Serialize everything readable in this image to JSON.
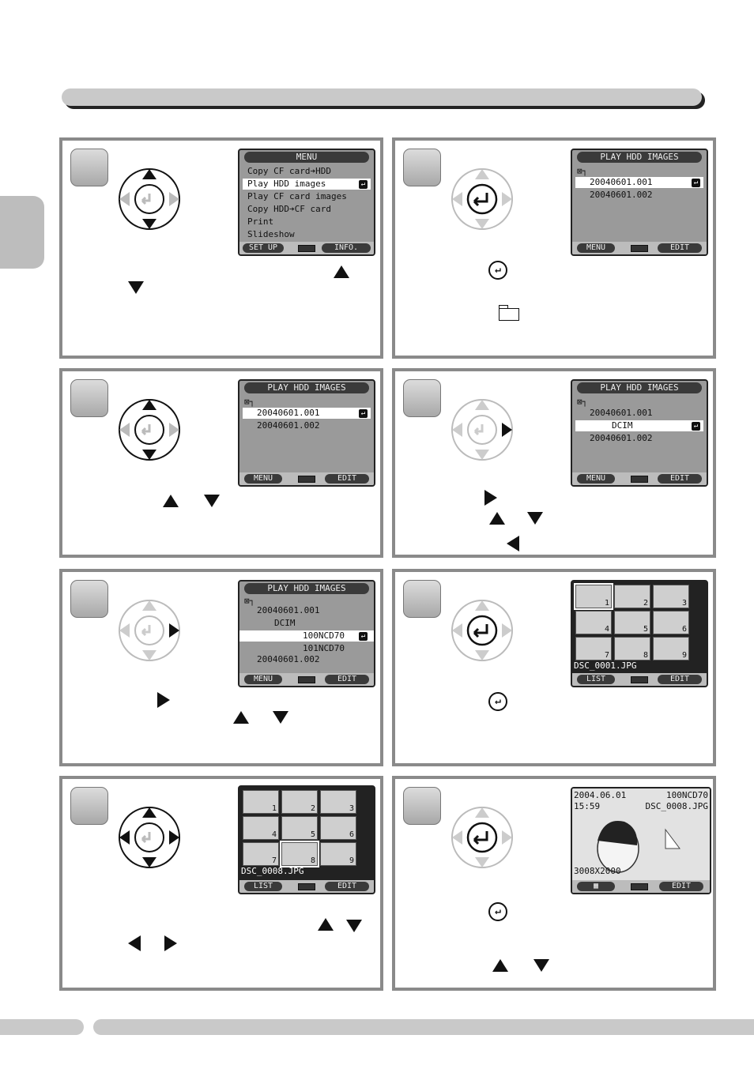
{
  "panels": {
    "p1": {
      "menu_title": "MENU",
      "items": [
        "Copy CF card➔HDD",
        "Play HDD images",
        "Play CF card images",
        "Copy HDD➔CF card",
        "Print",
        "Slideshow"
      ],
      "bar_left": "SET UP",
      "bar_right": "INFO."
    },
    "p2": {
      "title": "PLAY HDD IMAGES",
      "rows": [
        "20040601.001",
        "20040601.002"
      ],
      "bar_left": "MENU",
      "bar_right": "EDIT"
    },
    "p3": {
      "title": "PLAY HDD IMAGES",
      "rows": [
        "20040601.001",
        "20040601.002"
      ],
      "bar_left": "MENU",
      "bar_right": "EDIT"
    },
    "p4": {
      "title": "PLAY HDD IMAGES",
      "rows": [
        "20040601.001",
        "DCIM",
        "20040601.002"
      ],
      "bar_left": "MENU",
      "bar_right": "EDIT"
    },
    "p5": {
      "title": "PLAY HDD IMAGES",
      "rows": [
        "20040601.001",
        "DCIM",
        "100NCD70",
        "101NCD70",
        "20040601.002"
      ],
      "bar_left": "MENU",
      "bar_right": "EDIT"
    },
    "p6": {
      "thumbs": [
        "1",
        "2",
        "3",
        "4",
        "5",
        "6",
        "7",
        "8",
        "9"
      ],
      "filename": "DSC_0001.JPG",
      "bar_left": "LIST",
      "bar_right": "EDIT"
    },
    "p7": {
      "thumbs": [
        "1",
        "2",
        "3",
        "4",
        "5",
        "6",
        "7",
        "8",
        "9"
      ],
      "filename": "DSC_0008.JPG",
      "bar_left": "LIST",
      "bar_right": "EDIT"
    },
    "p8": {
      "date": "2004.06.01",
      "folder": "100NCD70",
      "time": "15:59",
      "filename": "DSC_0008.JPG",
      "size": "3008X2000",
      "bar_right": "EDIT"
    }
  }
}
